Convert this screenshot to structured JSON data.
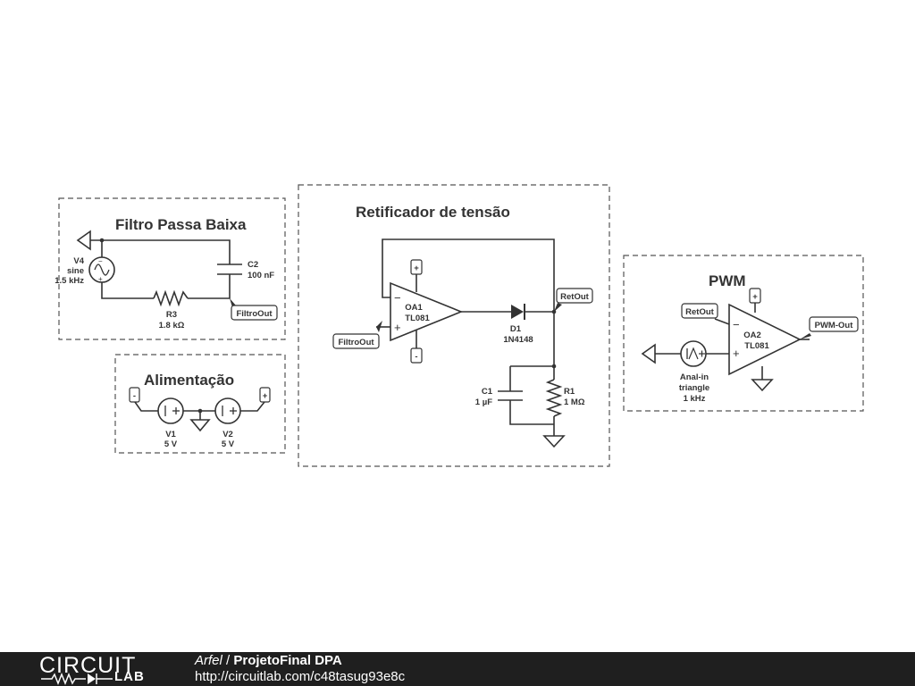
{
  "sections": {
    "filtro_title": "Filtro Passa Baixa",
    "alimentacao_title": "Alimentação",
    "retificador_title": "Retificador de tensão",
    "pwm_title": "PWM"
  },
  "components": {
    "v4": {
      "name": "V4",
      "type": "sine",
      "freq": "1.5 kHz"
    },
    "c2": {
      "name": "C2",
      "value": "100 nF"
    },
    "r3": {
      "name": "R3",
      "value": "1.8 kΩ"
    },
    "v1": {
      "name": "V1",
      "value": "5 V"
    },
    "v2": {
      "name": "V2",
      "value": "5 V"
    },
    "oa1": {
      "name": "OA1",
      "model": "TL081"
    },
    "d1": {
      "name": "D1",
      "model": "1N4148"
    },
    "c1": {
      "name": "C1",
      "value": "1 µF"
    },
    "r1": {
      "name": "R1",
      "value": "1 MΩ"
    },
    "oa2": {
      "name": "OA2",
      "model": "TL081"
    },
    "anal": {
      "name": "Anal-in",
      "type": "triangle",
      "freq": "1 kHz"
    }
  },
  "nets": {
    "filtro_out_a": "FiltroOut",
    "filtro_out_b": "FiltroOut",
    "ret_out_a": "RetOut",
    "ret_out_b": "RetOut",
    "pwm_out": "PWM-Out",
    "minus": "-",
    "plus": "+"
  },
  "footer": {
    "logo_circuit": "CIRCUIT",
    "logo_lab": "LAB",
    "author": "Arfel",
    "separator": " / ",
    "project": "ProjetoFinal DPA",
    "url": "http://circuitlab.com/c48tasug93e8c"
  }
}
